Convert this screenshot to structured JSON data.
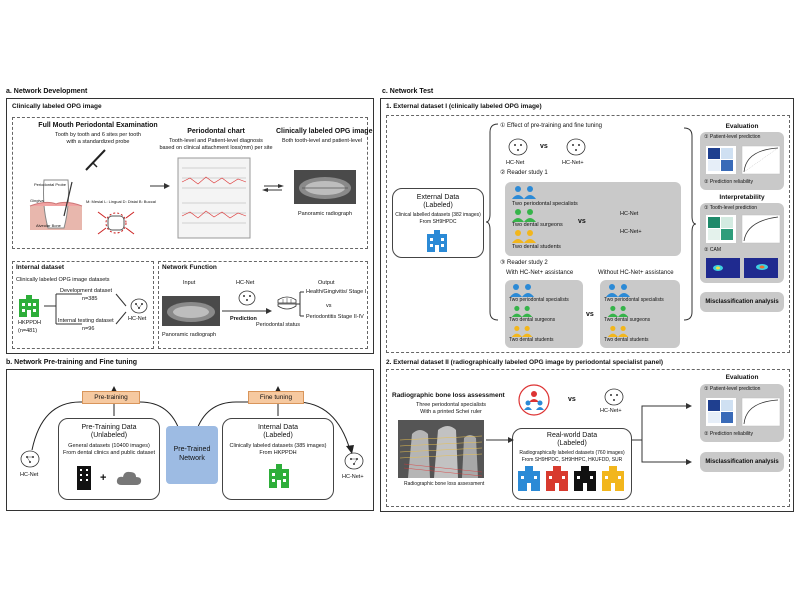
{
  "a": {
    "title": "a. Network Development",
    "opg_section": "Clinically labeled OPG image",
    "exam_title": "Full Mouth Periodontal Examination",
    "exam_sub1": "Tooth by tooth and 6 sites per tooth",
    "exam_sub2": "with a standardized probe",
    "probe_labels": [
      "Periodontal Probe",
      "Gingiva",
      "Alveolar Bone"
    ],
    "site_labels": "M: Mesial  L: Lingual  D: Distal  B: Buccal",
    "chart_title": "Periodontal chart",
    "chart_sub1": "Tooth-level and Patient-level diagnosis",
    "chart_sub2": "based on clinical attachment loss(mm) per site",
    "opg_title": "Clinically labeled OPG image",
    "opg_sub": "Both tooth-level and patient-level",
    "pano_label": "Panoramic radiograph",
    "internal_title": "Internal dataset",
    "internal_desc": "Clinically labeled OPG image datasets",
    "hospital": "HKPPDH",
    "hospital_n": "(n=481)",
    "dev": "Development dataset",
    "dev_n": "n=385",
    "test": "Internal testing dataset",
    "test_n": "n=96",
    "net": "HC-Net",
    "func_title": "Network Function",
    "input": "Input",
    "hcnet": "HC-Net",
    "output": "Output",
    "pano2": "Panoramic radiograph",
    "prediction": "Prediction",
    "status": "Periodontal status",
    "out1": "Health/Gingivitis/ Stage I",
    "vs": "vs",
    "out2": "Periodontitis Stage II-IV"
  },
  "bpanel": {
    "title": "b. Network Pre-training and Fine tuning",
    "pretraining": "Pre-training",
    "finetuning": "Fine tuning",
    "pre_data_title": "Pre-Training Data",
    "pre_data_sub": "(Unlabeled)",
    "pre_data_l1": "General datasets (10400 images)",
    "pre_data_l2": "From dental clinics and public dataset",
    "plus": "+",
    "pretrained": "Pre-Trained Network",
    "int_title": "Internal Data",
    "int_sub": "(Labeled)",
    "int_l1": "Clinically labeled datasets (385 images)",
    "int_l2": "From HKPPDH",
    "net_in": "HC-Net",
    "net_out": "HC-Net+"
  },
  "c": {
    "title": "c. Network Test",
    "ext1_title": "1. External dataset I (clinically labeled OPG image)",
    "effect": "① Effect of pre-training and fine tuning",
    "hcnet": "HC-Net",
    "vs": "vs",
    "hcnetplus": "HC-Net+",
    "reader1": "② Reader study 1",
    "reader2": "③ Reader study 2",
    "ext_data": "External Data",
    "ext_sub": "(Labeled)",
    "ext_l1": "Clinical labelled datasets (382 images)",
    "ext_l2": "From SH9HPDC",
    "perio": "Two periodontal specialists",
    "surgeons": "Two dental surgeons",
    "students": "Two dental students",
    "with": "With HC-Net+ assistance",
    "without": "Without HC-Net+ assistance",
    "evaluation": "Evaluation",
    "patient_pred": "① Patient-level prediction",
    "reliability": "② Prediction reliability",
    "interpretability": "Interpretability",
    "tooth_pred": "① Tooth-level prediction",
    "cam": "② CAM",
    "misclass": "Misclassification analysis",
    "ext2_title": "2. External dataset II (radiographically labeled OPG image by periodontal specialist panel)",
    "rbl_title": "Radiographic bone loss assessment",
    "rbl_l1": "Three periodontal specialists",
    "rbl_l2": "With a printed  Schei ruler",
    "rbl_caption": "Radiographic bone loss assessment",
    "rw_title": "Real-world Data",
    "rw_sub": "(Labeled)",
    "rw_l1": "Radiographically labeled datasets (760 images)",
    "rw_l2": "From SH9HPDC, SH9HHPC, HKUFDD, SUR",
    "evaluation2": "Evaluation",
    "patient_pred2": "① Patient-level prediction",
    "reliability2": "② Prediction reliability",
    "misclass2": "Misclassification analysis"
  },
  "colors": {
    "orange": "#f6c9a0",
    "blue_box": "#9dbbe3",
    "grey": "#c9c9c9",
    "green": "#2eae3a",
    "specialist_blue": "#2b8ad6",
    "surgeon_green": "#36b44a",
    "student_yellow": "#f2b61c",
    "heat_blue": "#1f3f8f"
  }
}
